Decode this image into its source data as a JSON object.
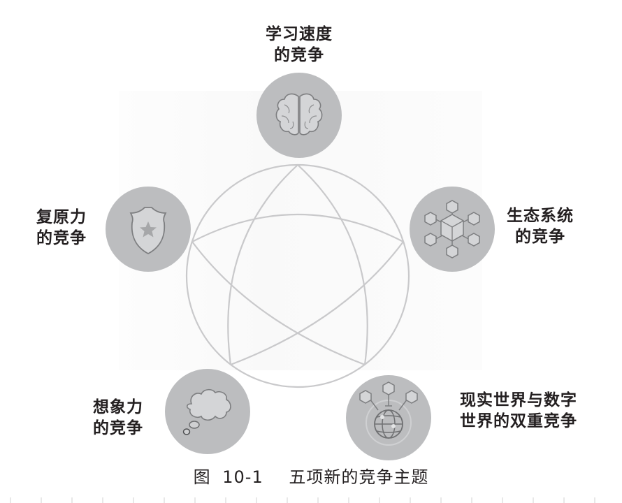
{
  "figure": {
    "caption_prefix": "图",
    "caption_number": "10-1",
    "caption_title": "五项新的竞争主题",
    "colors": {
      "node_fill": "#bcbdbf",
      "icon_fill": "#d4d5d7",
      "icon_stroke": "#7d7e80",
      "line": "#c9c9cb",
      "text": "#231f20"
    }
  },
  "nodes": [
    {
      "id": "learning",
      "icon": "brain-icon",
      "label_lines": [
        "学习速度",
        "的竞争"
      ]
    },
    {
      "id": "ecosystem",
      "icon": "network-cube-icon",
      "label_lines": [
        "生态系统",
        "的竞争"
      ]
    },
    {
      "id": "dual-world",
      "icon": "globe-network-icon",
      "label_lines": [
        "现实世界与数字",
        "世界的双重竞争"
      ]
    },
    {
      "id": "imagination",
      "icon": "thought-cloud-icon",
      "label_lines": [
        "想象力",
        "的竞争"
      ]
    },
    {
      "id": "resilience",
      "icon": "shield-star-icon",
      "label_lines": [
        "复原力",
        "的竞争"
      ]
    }
  ]
}
